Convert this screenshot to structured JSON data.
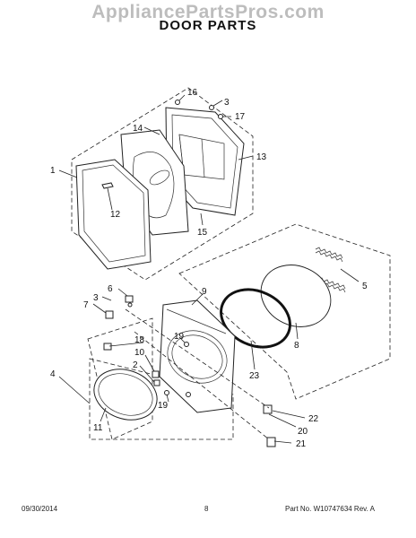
{
  "watermark": "AppliancePartsPros.com",
  "title": "DOOR PARTS",
  "callouts": {
    "c1": "1",
    "c2": "2",
    "c3a": "3",
    "c3b": "3",
    "c4": "4",
    "c5": "5",
    "c6": "6",
    "c7": "7",
    "c8": "8",
    "c9": "9",
    "c10": "10",
    "c11": "11",
    "c12": "12",
    "c13": "13",
    "c14": "14",
    "c15": "15",
    "c16": "16",
    "c17": "17",
    "c18": "18",
    "c19a": "19",
    "c19b": "19",
    "c20": "20",
    "c21": "21",
    "c22": "22",
    "c23": "23"
  },
  "footer": {
    "date": "09/30/2014",
    "page": "8",
    "part_number": "Part No. W10747634  Rev. A"
  }
}
